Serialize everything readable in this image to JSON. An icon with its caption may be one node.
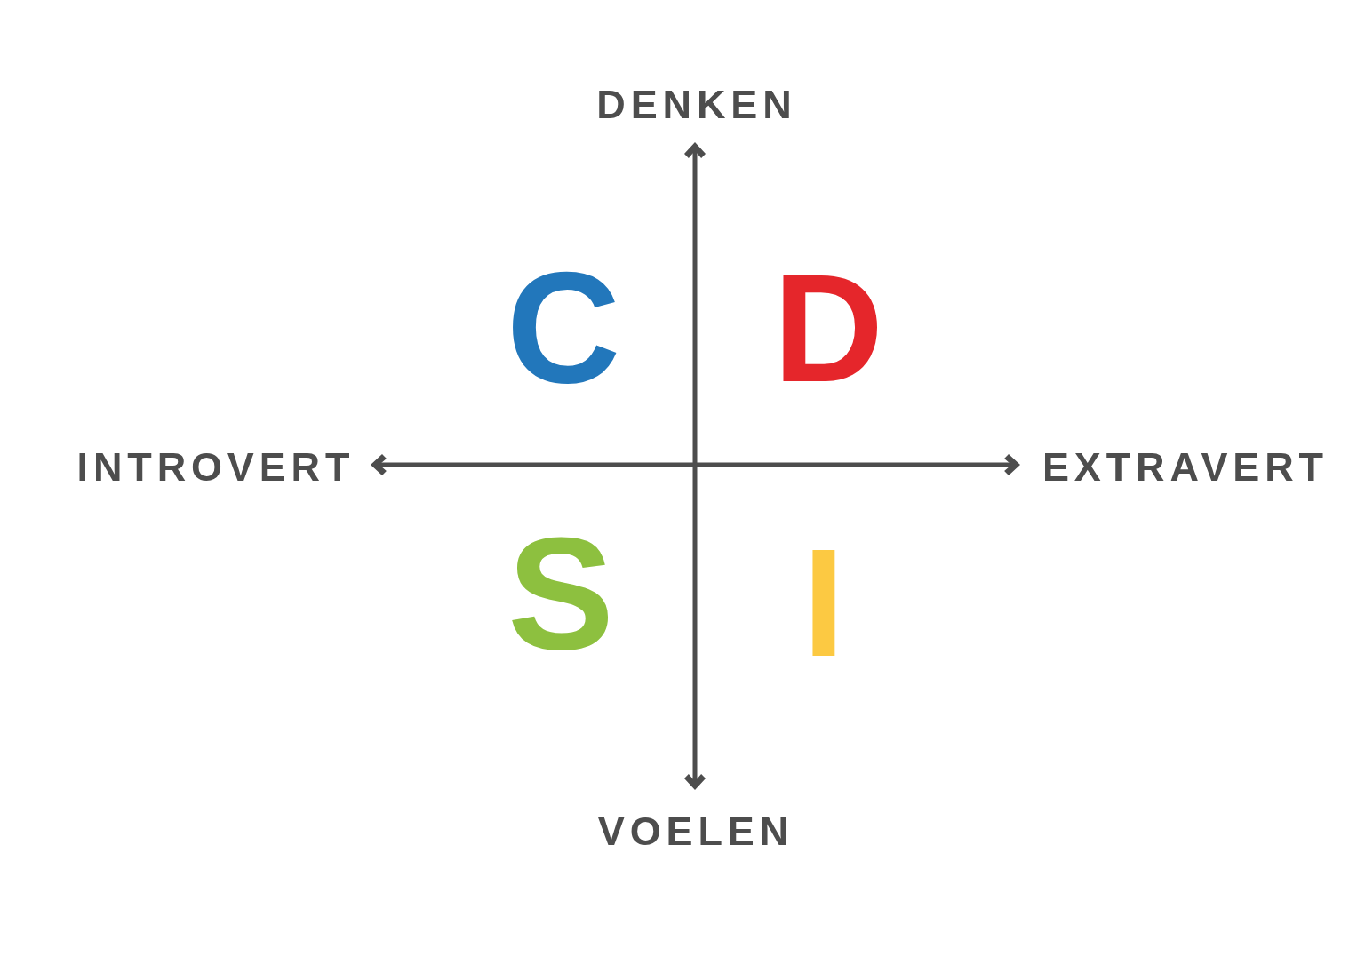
{
  "diagram": {
    "labels": [
      "DENKEN",
      "C",
      "D",
      "INTROVERT",
      "EXTRAVERT",
      "S",
      "I",
      "VOELEN"
    ]
  }
}
